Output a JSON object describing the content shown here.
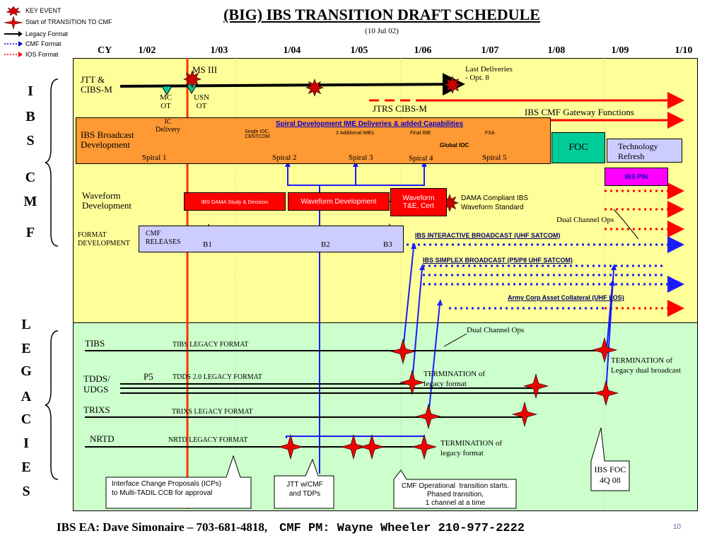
{
  "header": {
    "title": "(BIG) IBS TRANSITION DRAFT SCHEDULE",
    "date": "(10 Jul 02)"
  },
  "legend": {
    "key_event": "KEY EVENT",
    "start_transition": "Start of TRANSITION TO  CMF",
    "legacy_format": "Legacy Format",
    "cmf_format": "CMF  Format",
    "ios_format": "IOS  Format"
  },
  "timeline": {
    "cy": "CY",
    "ticks": [
      "1/02",
      "1/03",
      "1/04",
      "1/05",
      "1/06",
      "1/07",
      "1/08",
      "1/09",
      "1/10"
    ]
  },
  "side_labels": {
    "ibs_cmf": [
      "I",
      "B",
      "S",
      "C",
      "M",
      "F"
    ],
    "legacies": [
      "L",
      "E",
      "G",
      "A",
      "C",
      "I",
      "E",
      "S"
    ]
  },
  "ibs_cmf": {
    "jtt": "JTT &\nCIBS-M",
    "ms3": "MS III",
    "mc_ot": "MC\nOT",
    "usn_ot": "USN\nOT",
    "last_deliveries": "Last Deliveries\n- Opt. 8",
    "jtrs": "JTRS  CIBS-M",
    "gateway": "IBS CMF Gateway Functions",
    "spiral_title": "Spiral Development IME Deliveries & added Capabilities",
    "broadcast": "IBS Broadcast\nDevelopment",
    "ic_delivery": "IC\nDelivery",
    "single_ioc": "Single IOC,\nCENTCOM",
    "two_imes": "2 Additional IMEs",
    "final_ime": "Final IME",
    "fsa": "FSA",
    "global_ioc": "Global  IOC",
    "spirals": [
      "Spiral 1",
      "Spiral 2",
      "Spiral 3",
      "Spiral 4",
      "Spiral 5"
    ],
    "foc": "FOC",
    "tech_refresh": "Technology\nRefresh",
    "ibs_pin": "IBS PIN",
    "waveform": "Waveform\nDevelopment",
    "dama_study": "IBS DAMA Study & Decision",
    "waveform_dev": "Waveform Development",
    "waveform_te": "Waveform\nT&E, Cert",
    "dama_compliant": "DAMA Compliant IBS\nWaveform Standard",
    "dual_channel": "Dual Channel Ops",
    "format_dev": "FORMAT\nDEVELOPMENT",
    "cmf_releases": "CMF\nRELEASES",
    "releases": [
      "B1",
      "B2",
      "B3"
    ],
    "interactive": "IBS INTERACTIVE BROADCAST (UHF SATCOM)",
    "simplex": "IBS SIMPLEX  BROADCAST (P5/P8 UHF SATCOM)",
    "army": "Army Corp Asset Collateral (UHF LOS)"
  },
  "legacies": {
    "dual_channel": "Dual Channel Ops",
    "tibs": "TIBS",
    "tibs_fmt": "TIBS LEGACY  FORMAT",
    "term_dual": "TERMINATION of\nLegacy dual broadcast",
    "tdds": "TDDS/\nUDGS",
    "p5": "P5",
    "tdds_fmt": "TDDS 2.0 LEGACY FORMAT",
    "term1": "TERMINATION of\nlegacy format",
    "trixs": "TRIXS",
    "trixs_fmt": "TRIXS LEGACY  FORMAT",
    "nrtd": "NRTD",
    "nrtd_fmt": "NRTD LEGACY  FORMAT",
    "term2": "TERMINATION of\nlegacy format",
    "ibs_foc": "IBS FOC\n4Q 08"
  },
  "callouts": {
    "icp": "Interface Change Proposals (ICPs)\nto Multi-TADIL CCB for approval",
    "jtt_cmf": "JTT w/CMF\nand TDPs",
    "cmf_op": "CMF Operational  transition starts.\nPhased transition,\n1 channel at a time"
  },
  "footer": {
    "ea": "IBS EA: Dave Simonaire – 703-681-4818,",
    "pm": "CMF PM: Wayne Wheeler 210-977-2222",
    "page": "10"
  },
  "colors": {
    "ibs_bg": "#ffff99",
    "leg_bg": "#ccffcc",
    "orange": "#ff9933",
    "red": "#ff0000",
    "blue": "#0000cc",
    "foc": "#00cc99",
    "lavender": "#ccccff",
    "magenta": "#ff00ff"
  }
}
